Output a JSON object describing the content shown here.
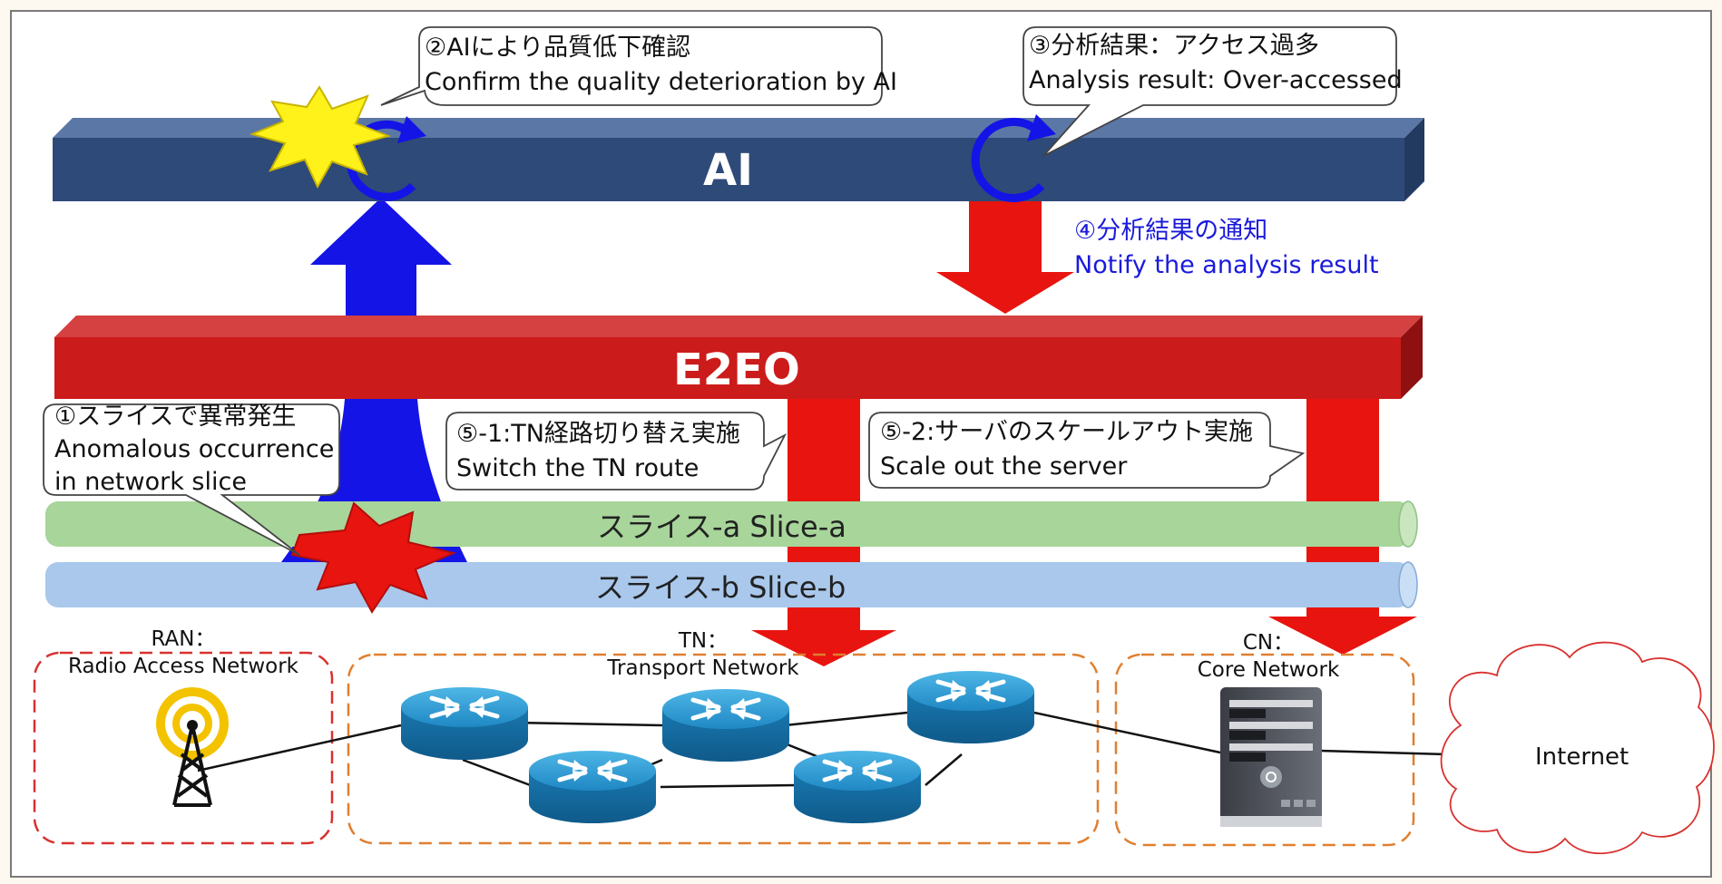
{
  "layers": {
    "ai": {
      "label": "AI",
      "color": "#2e4a78"
    },
    "e2eo": {
      "label": "E2EO",
      "color": "#cc1b1b"
    }
  },
  "slices": [
    {
      "label": "スライス-a  Slice-a",
      "color": "#a8d59a"
    },
    {
      "label": "スライス-b  Slice-b",
      "color": "#a9c8ec"
    }
  ],
  "callouts": {
    "step1": {
      "ja": "①スライスで異常発生",
      "en1": "Anomalous occurrence",
      "en2": "in network slice"
    },
    "step2": {
      "ja": "②AIにより品質低下確認",
      "en": "Confirm the quality deterioration by AI"
    },
    "step3": {
      "ja": "③分析結果：アクセス過多",
      "en": "Analysis result: Over-accessed"
    },
    "step4": {
      "ja": "④分析結果の通知",
      "en": "Notify the analysis result",
      "color": "#1a1adc"
    },
    "step5_1": {
      "ja": "⑤-1:TN経路切り替え実施",
      "en": "Switch the TN route"
    },
    "step5_2": {
      "ja": "⑤-2:サーバのスケールアウト実施",
      "en": "Scale out the server"
    }
  },
  "networks": {
    "ran": {
      "title": "RAN：",
      "subtitle": "Radio Access Network",
      "border": "#d8312f"
    },
    "tn": {
      "title": "TN：",
      "subtitle": "Transport Network",
      "border": "#e07f2f"
    },
    "cn": {
      "title": "CN：",
      "subtitle": "Core Network",
      "border": "#e07f2f"
    }
  },
  "internet": {
    "label": "Internet"
  },
  "icons": [
    "antenna-tower-icon",
    "router-icon",
    "server-icon",
    "cloud-icon",
    "loop-arrow-icon",
    "explosion-icon"
  ]
}
